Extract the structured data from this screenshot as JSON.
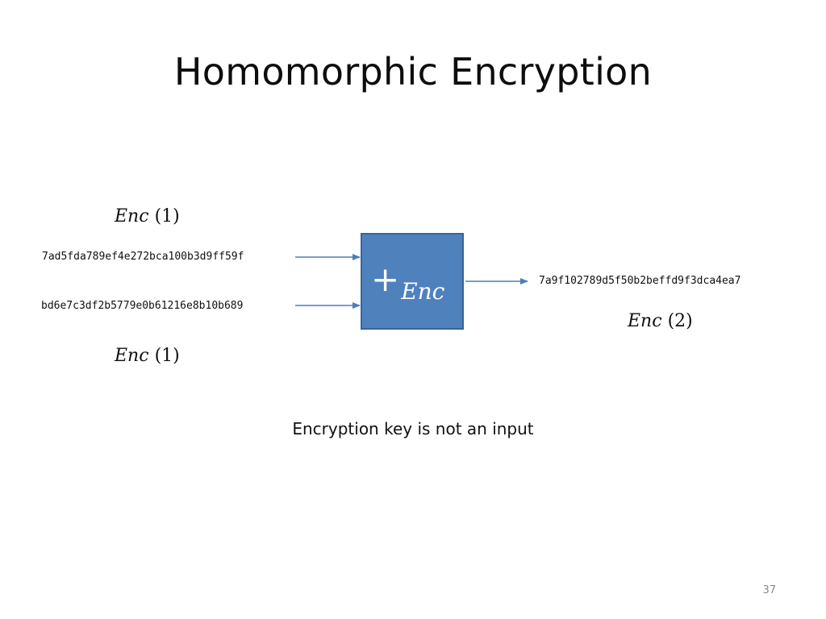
{
  "slide": {
    "title": "Homomorphic Encryption",
    "caption": "Encryption key is not an input",
    "page_number": "37"
  },
  "inputs": [
    {
      "enc_function": "Enc",
      "enc_argument": "(1)",
      "ciphertext": "7ad5fda789ef4e272bca100b3d9ff59f"
    },
    {
      "enc_function": "Enc",
      "enc_argument": "(1)",
      "ciphertext": "bd6e7c3df2b5779e0b61216e8b10b689"
    }
  ],
  "operation": {
    "symbol": "+",
    "subscript": "Enc"
  },
  "output": {
    "enc_function": "Enc",
    "enc_argument": "(2)",
    "ciphertext": "7a9f102789d5f50b2beffd9f3dca4ea7"
  },
  "colors": {
    "box_fill": "#4f81bd",
    "box_border": "#3a6496",
    "arrow": "#4a7ebb"
  }
}
